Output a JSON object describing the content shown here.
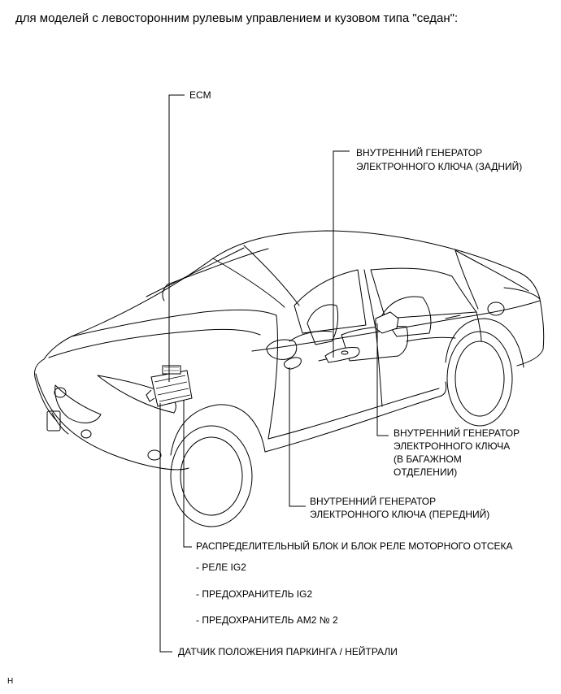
{
  "heading": "для моделей с левосторонним рулевым управлением и кузовом типа \"седан\":",
  "labels": {
    "ecm": "ECM",
    "rear_osc_line1": "ВНУТРЕННИЙ ГЕНЕРАТОР",
    "rear_osc_line2": "ЭЛЕКТРОННОГО КЛЮЧА (ЗАДНИЙ)",
    "trunk_osc_line1": "ВНУТРЕННИЙ ГЕНЕРАТОР",
    "trunk_osc_line2": "ЭЛЕКТРОННОГО КЛЮЧА",
    "trunk_osc_line3": "(В БАГАЖНОМ",
    "trunk_osc_line4": "ОТДЕЛЕНИИ)",
    "front_osc_line1": "ВНУТРЕННИЙ ГЕНЕРАТОР",
    "front_osc_line2": "ЭЛЕКТРОННОГО КЛЮЧА (ПЕРЕДНИЙ)",
    "relay_block": "РАСПРЕДЕЛИТЕЛЬНЫЙ БЛОК И БЛОК РЕЛЕ МОТОРНОГО ОТСЕКА",
    "relay_ig2": "- РЕЛЕ IG2",
    "fuse_ig2": "- ПРЕДОХРАНИТЕЛЬ IG2",
    "fuse_am2": "- ПРЕДОХРАНИТЕЛЬ AM2 № 2",
    "park_sensor": "ДАТЧИК ПОЛОЖЕНИЯ ПАРКИНГА / НЕЙТРАЛИ"
  },
  "figure_code": "H"
}
